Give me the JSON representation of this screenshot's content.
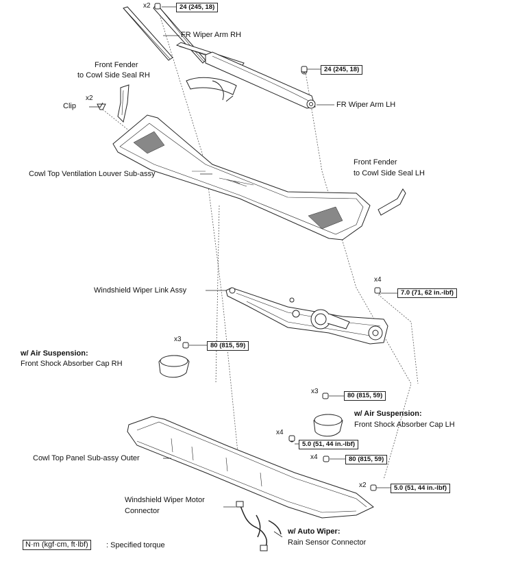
{
  "parts": {
    "fr_wiper_arm_rh": "FR Wiper Arm RH",
    "fr_wiper_arm_lh": "FR Wiper Arm LH",
    "fender_seal_rh_1": "Front Fender",
    "fender_seal_rh_2": "to Cowl Side Seal RH",
    "clip": "Clip",
    "cowl_louver": "Cowl Top Ventilation Louver Sub-assy",
    "fender_seal_lh_1": "Front Fender",
    "fender_seal_lh_2": "to Cowl Side Seal LH",
    "wiper_link": "Windshield Wiper Link Assy",
    "air_susp_rh": "w/ Air Suspension:",
    "shock_cap_rh": "Front Shock Absorber Cap RH",
    "air_susp_lh": "w/ Air Suspension:",
    "shock_cap_lh": "Front Shock Absorber Cap LH",
    "cowl_panel_outer": "Cowl Top Panel Sub-assy Outer",
    "motor_conn_1": "Windshield Wiper Motor",
    "motor_conn_2": "Connector",
    "auto_wiper": "w/ Auto Wiper:",
    "rain_sensor": "Rain Sensor Connector"
  },
  "torques": {
    "arm_rh": "24 (245, 18)",
    "arm_lh": "24 (245, 18)",
    "link_bolt": "7.0 (71, 62 in.-lbf)",
    "cap_rh_nut": "80 (815, 59)",
    "cap_lh_nut": "80 (815, 59)",
    "panel_bolt_a": "5.0 (51, 44 in.-lbf)",
    "panel_nut": "80 (815, 59)",
    "panel_bolt_b": "5.0 (51, 44 in.-lbf)"
  },
  "quantities": {
    "arm_rh": "x2",
    "clip": "x2",
    "link_bolt": "x4",
    "cap_rh_nut": "x3",
    "cap_lh_nut": "x3",
    "panel_bolt_a": "x4",
    "panel_nut": "x4",
    "panel_bolt_b": "x2"
  },
  "legend": {
    "unit": "N·m (kgf·cm, ft·lbf)",
    "text": ": Specified torque"
  }
}
